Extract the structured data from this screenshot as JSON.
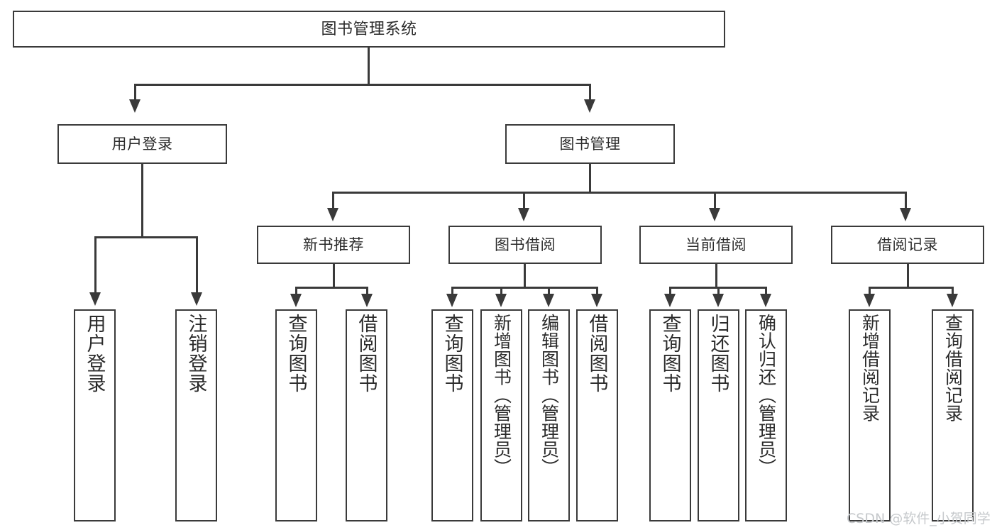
{
  "diagram": {
    "title": "图书管理系统",
    "type": "hierarchy-tree",
    "root": {
      "label": "图书管理系统"
    },
    "level2": [
      {
        "label": "用户登录"
      },
      {
        "label": "图书管理"
      }
    ],
    "level3": [
      {
        "label": "新书推荐"
      },
      {
        "label": "图书借阅"
      },
      {
        "label": "当前借阅"
      },
      {
        "label": "借阅记录"
      }
    ],
    "leaves": {
      "user_login": [
        {
          "label": "用户登录"
        },
        {
          "label": "注销登录"
        }
      ],
      "new_book_recommend": [
        {
          "label": "查询图书"
        },
        {
          "label": "借阅图书"
        }
      ],
      "book_borrow": [
        {
          "label": "查询图书"
        },
        {
          "label": "新增图书（管理员）"
        },
        {
          "label": "编辑图书（管理员）"
        },
        {
          "label": "借阅图书"
        }
      ],
      "current_borrow": [
        {
          "label": "查询图书"
        },
        {
          "label": "归还图书"
        },
        {
          "label": "确认归还（管理员）"
        }
      ],
      "borrow_record": [
        {
          "label": "新增借阅记录"
        },
        {
          "label": "查询借阅记录"
        }
      ]
    },
    "watermark": "CSDN @软件_小贺同学",
    "colors": {
      "stroke": "#3a3a3a",
      "text": "#2b2b2b",
      "background": "#ffffff",
      "watermark": "#c6c9cc"
    }
  }
}
